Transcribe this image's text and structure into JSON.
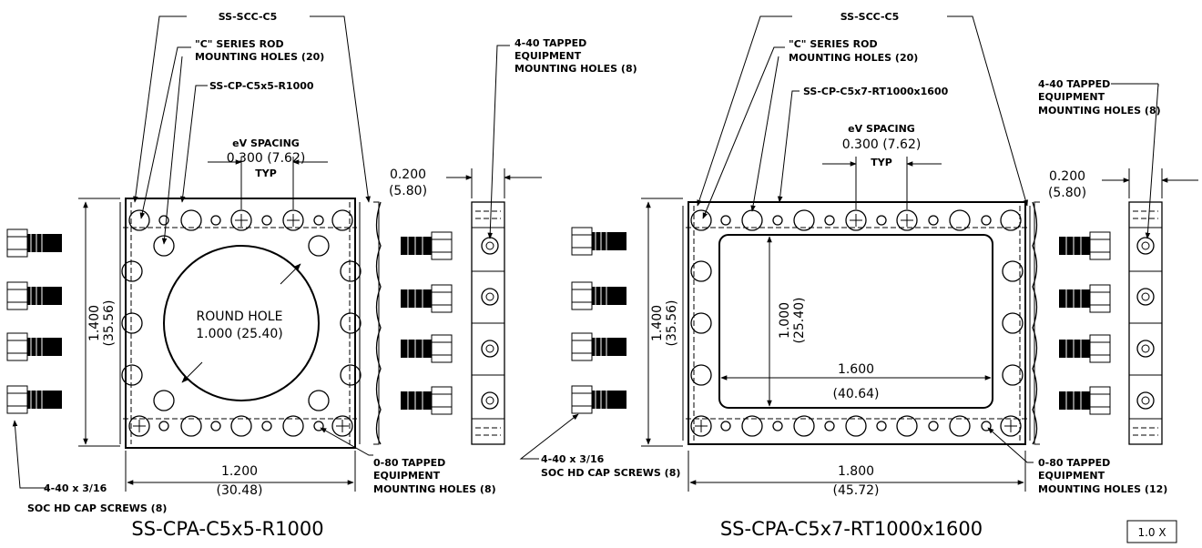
{
  "left": {
    "title": "SS-CPA-C5x5-R1000",
    "labels": {
      "clamp": "SS-SCC-C5",
      "rod_holes_1": "\"C\" SERIES ROD",
      "rod_holes_2": "MOUNTING HOLES (20)",
      "plate": "SS-CP-C5x5-R1000",
      "tapped_1": "4-40 TAPPED",
      "tapped_2": "EQUIPMENT",
      "tapped_3": "MOUNTING HOLES (8)",
      "spacing_1": "eV SPACING",
      "spacing_2": "0.300 (7.62)",
      "spacing_3": "TYP",
      "thick_1": "0.200",
      "thick_2": "(5.80)",
      "height_1": "1.400",
      "height_2": "(35.56)",
      "hole_1": "ROUND HOLE",
      "hole_2": "1.000 (25.40)",
      "width_1": "1.200",
      "width_2": "(30.48)",
      "screws_1": "4-40 x 3/16",
      "screws_2": "SOC HD CAP SCREWS (8)",
      "eq_1": "0-80 TAPPED",
      "eq_2": "EQUIPMENT",
      "eq_3": "MOUNTING HOLES (8)"
    }
  },
  "right": {
    "title": "SS-CPA-C5x7-RT1000x1600",
    "labels": {
      "clamp": "SS-SCC-C5",
      "rod_holes_1": "\"C\" SERIES ROD",
      "rod_holes_2": "MOUNTING HOLES (20)",
      "plate": "SS-CP-C5x7-RT1000x1600",
      "tapped_1": "4-40 TAPPED",
      "tapped_2": "EQUIPMENT",
      "tapped_3": "MOUNTING HOLES (8)",
      "spacing_1": "eV SPACING",
      "spacing_2": "0.300 (7.62)",
      "spacing_3": "TYP",
      "thick_1": "0.200",
      "thick_2": "(5.80)",
      "height_1": "1.400",
      "height_2": "(35.56)",
      "inner_h_1": "1.000",
      "inner_h_2": "(25.40)",
      "inner_w_1": "1.600",
      "inner_w_2": "(40.64)",
      "width_1": "1.800",
      "width_2": "(45.72)",
      "screws_1": "4-40 x 3/16",
      "screws_2": "SOC HD CAP SCREWS (8)",
      "eq_1": "0-80 TAPPED",
      "eq_2": "EQUIPMENT",
      "eq_3": "MOUNTING HOLES (12)"
    }
  },
  "scale_box": "1.0 X"
}
